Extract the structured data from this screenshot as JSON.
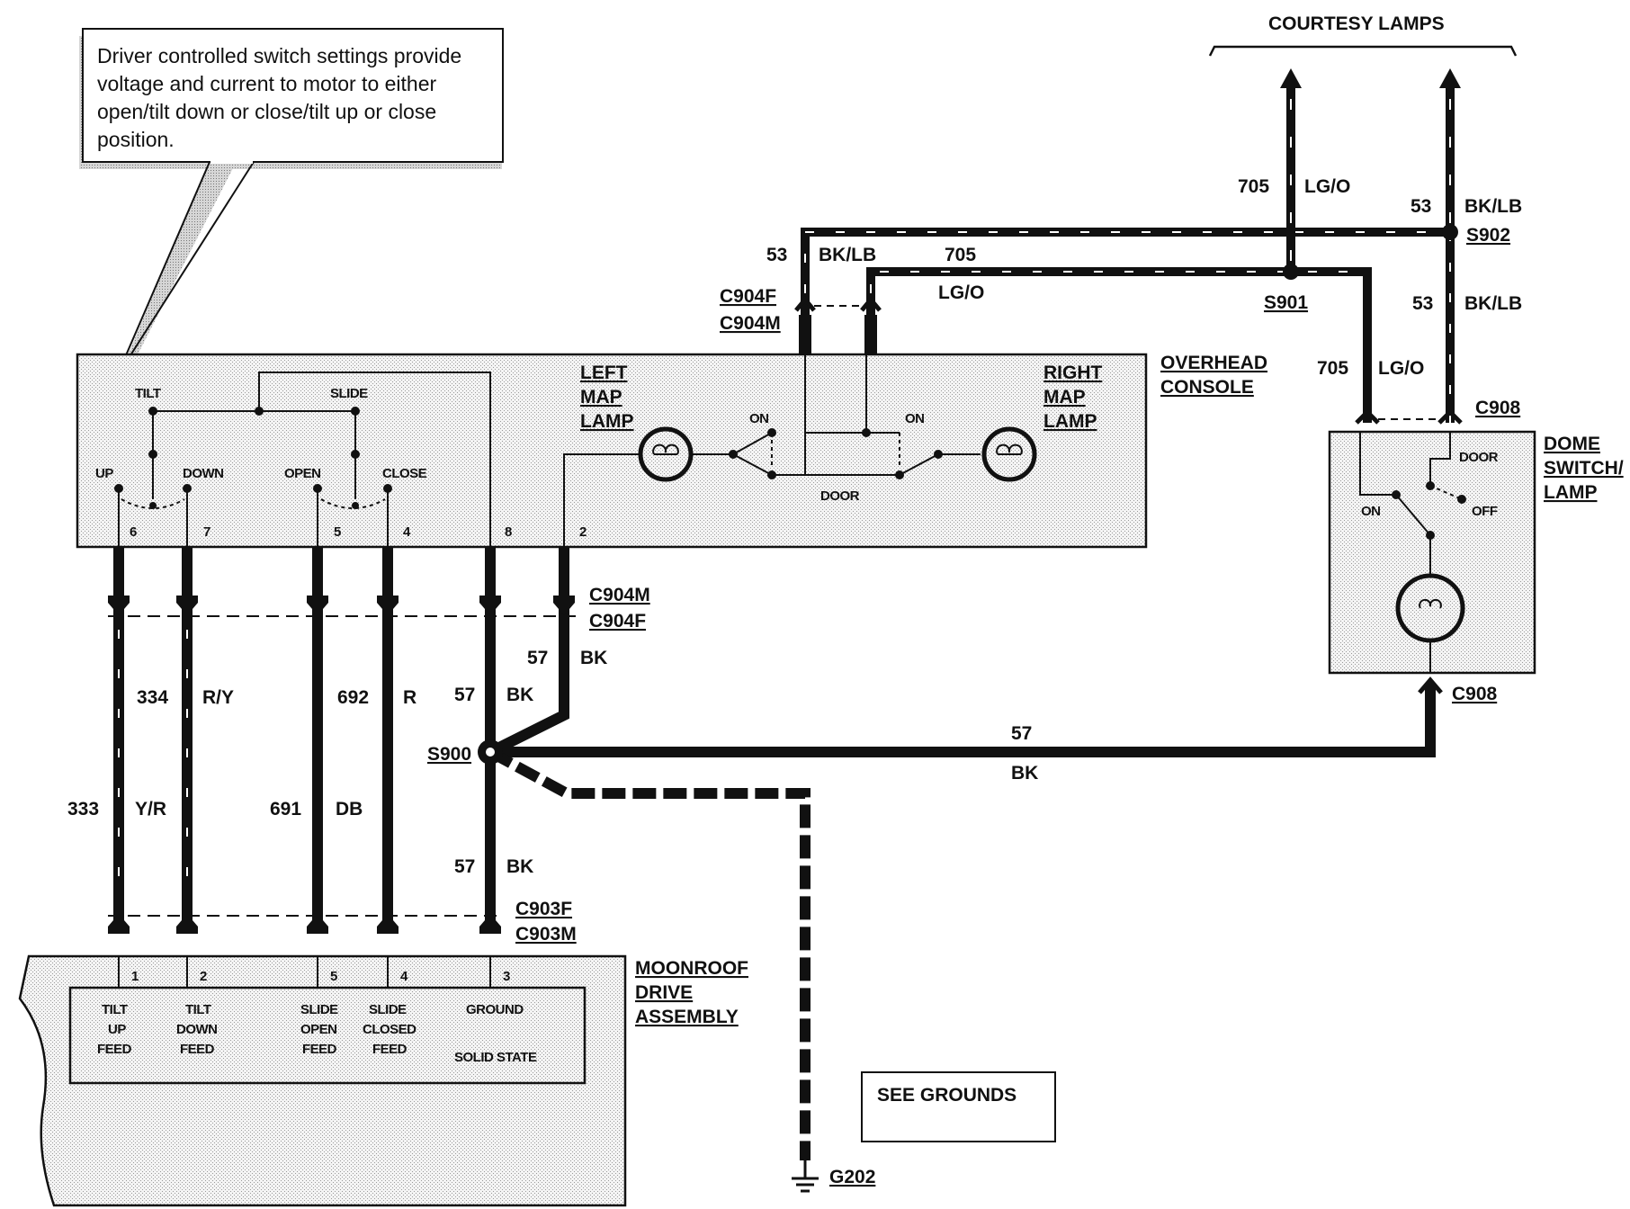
{
  "callout": {
    "line1": "Driver controlled switch settings provide",
    "line2": "voltage and current to motor to either",
    "line3": "open/tilt down or close/tilt up or close",
    "line4": "position."
  },
  "courtesy_lamps": "COURTESY LAMPS",
  "overhead_console": {
    "line1": "OVERHEAD",
    "line2": "CONSOLE"
  },
  "left_map_lamp": {
    "line1": "LEFT",
    "line2": "MAP",
    "line3": "LAMP"
  },
  "right_map_lamp": {
    "line1": "RIGHT",
    "line2": "MAP",
    "line3": "LAMP"
  },
  "console_switch": {
    "tilt": "TILT",
    "slide": "SLIDE",
    "up": "UP",
    "down": "DOWN",
    "open": "OPEN",
    "close": "CLOSE",
    "on": "ON",
    "door": "DOOR"
  },
  "console_pins": [
    "6",
    "7",
    "5",
    "4",
    "8",
    "2"
  ],
  "dome": {
    "line1": "DOME",
    "line2": "SWITCH/",
    "line3": "LAMP",
    "door": "DOOR",
    "on": "ON",
    "off": "OFF"
  },
  "moonroof": {
    "line1": "MOONROOF",
    "line2": "DRIVE",
    "line3": "ASSEMBLY",
    "solid_state": "SOLID STATE"
  },
  "moonroof_pins": [
    "1",
    "2",
    "5",
    "4",
    "3"
  ],
  "moonroof_feeds": [
    {
      "l1": "TILT",
      "l2": "UP",
      "l3": "FEED"
    },
    {
      "l1": "TILT",
      "l2": "DOWN",
      "l3": "FEED"
    },
    {
      "l1": "SLIDE",
      "l2": "OPEN",
      "l3": "FEED"
    },
    {
      "l1": "SLIDE",
      "l2": "CLOSED",
      "l3": "FEED"
    },
    {
      "l1": "GROUND",
      "l2": "",
      "l3": ""
    }
  ],
  "connectors": {
    "c904f_top": "C904F",
    "c904m_top": "C904M",
    "c904m_mid": "C904M",
    "c904f_mid": "C904F",
    "c903f": "C903F",
    "c903m": "C903M",
    "c908_top": "C908",
    "c908_bot": "C908"
  },
  "splices": {
    "s900": "S900",
    "s901": "S901",
    "s902": "S902"
  },
  "ground": {
    "g202": "G202",
    "see_grounds": "SEE GROUNDS"
  },
  "wires": {
    "w333": {
      "num": "333",
      "color": "Y/R"
    },
    "w334": {
      "num": "334",
      "color": "R/Y"
    },
    "w691": {
      "num": "691",
      "color": "DB"
    },
    "w692": {
      "num": "692",
      "color": "R"
    },
    "w57_a": {
      "num": "57",
      "color": "BK"
    },
    "w57_b": {
      "num": "57",
      "color": "BK"
    },
    "w57_c": {
      "num": "57",
      "color": "BK"
    },
    "w57_d": {
      "num": "57",
      "color": "BK"
    },
    "w53_a": {
      "num": "53",
      "color": "BK/LB"
    },
    "w53_b": {
      "num": "53",
      "color": "BK/LB"
    },
    "w53_c": {
      "num": "53",
      "color": "BK/LB"
    },
    "w705_a": {
      "num": "705",
      "color": "LG/O"
    },
    "w705_b": {
      "num": "705",
      "color": "LG/O"
    },
    "w705_c": {
      "num": "705",
      "color": "LG/O"
    }
  }
}
